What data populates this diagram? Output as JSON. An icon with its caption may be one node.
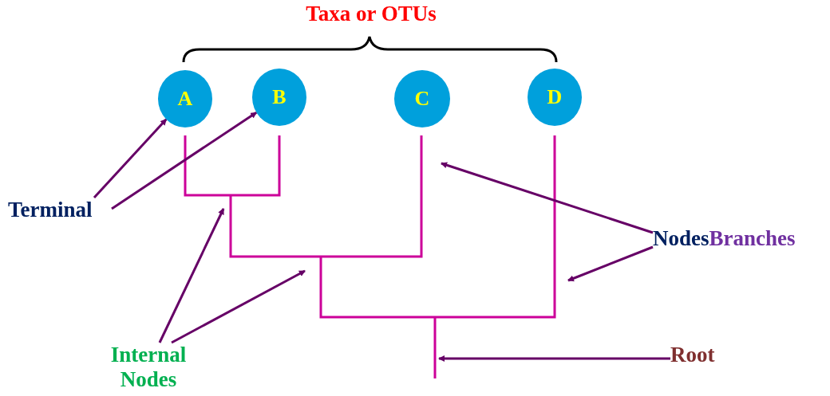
{
  "diagram": {
    "nodes": [
      {
        "text": [
          "A"
        ]
      },
      {
        "text": [
          "B"
        ]
      },
      {
        "text": [
          "C"
        ]
      },
      {
        "text": [
          "D"
        ]
      },
      {
        "text": [
          "Terminal"
        ]
      },
      {
        "text": [
          "Internal Nodes"
        ]
      },
      {
        "text": [
          "Nodes",
          "Branches"
        ]
      },
      {
        "text": [
          "Root"
        ]
      }
    ],
    "edges": [
      {
        "from": 4,
        "to": 0,
        "arrow": "to"
      },
      {
        "from": 4,
        "to": 1,
        "arrow": "to"
      },
      {
        "from": 5,
        "to": null,
        "arrow": "to"
      },
      {
        "from": 5,
        "to": null,
        "arrow": "to"
      },
      {
        "from": 6,
        "to": null,
        "arrow": "to"
      },
      {
        "from": 6,
        "to": null,
        "arrow": "to"
      },
      {
        "from": 7,
        "to": null,
        "arrow": "to"
      }
    ],
    "labels": [
      "Taxa or OTUs"
    ]
  }
}
